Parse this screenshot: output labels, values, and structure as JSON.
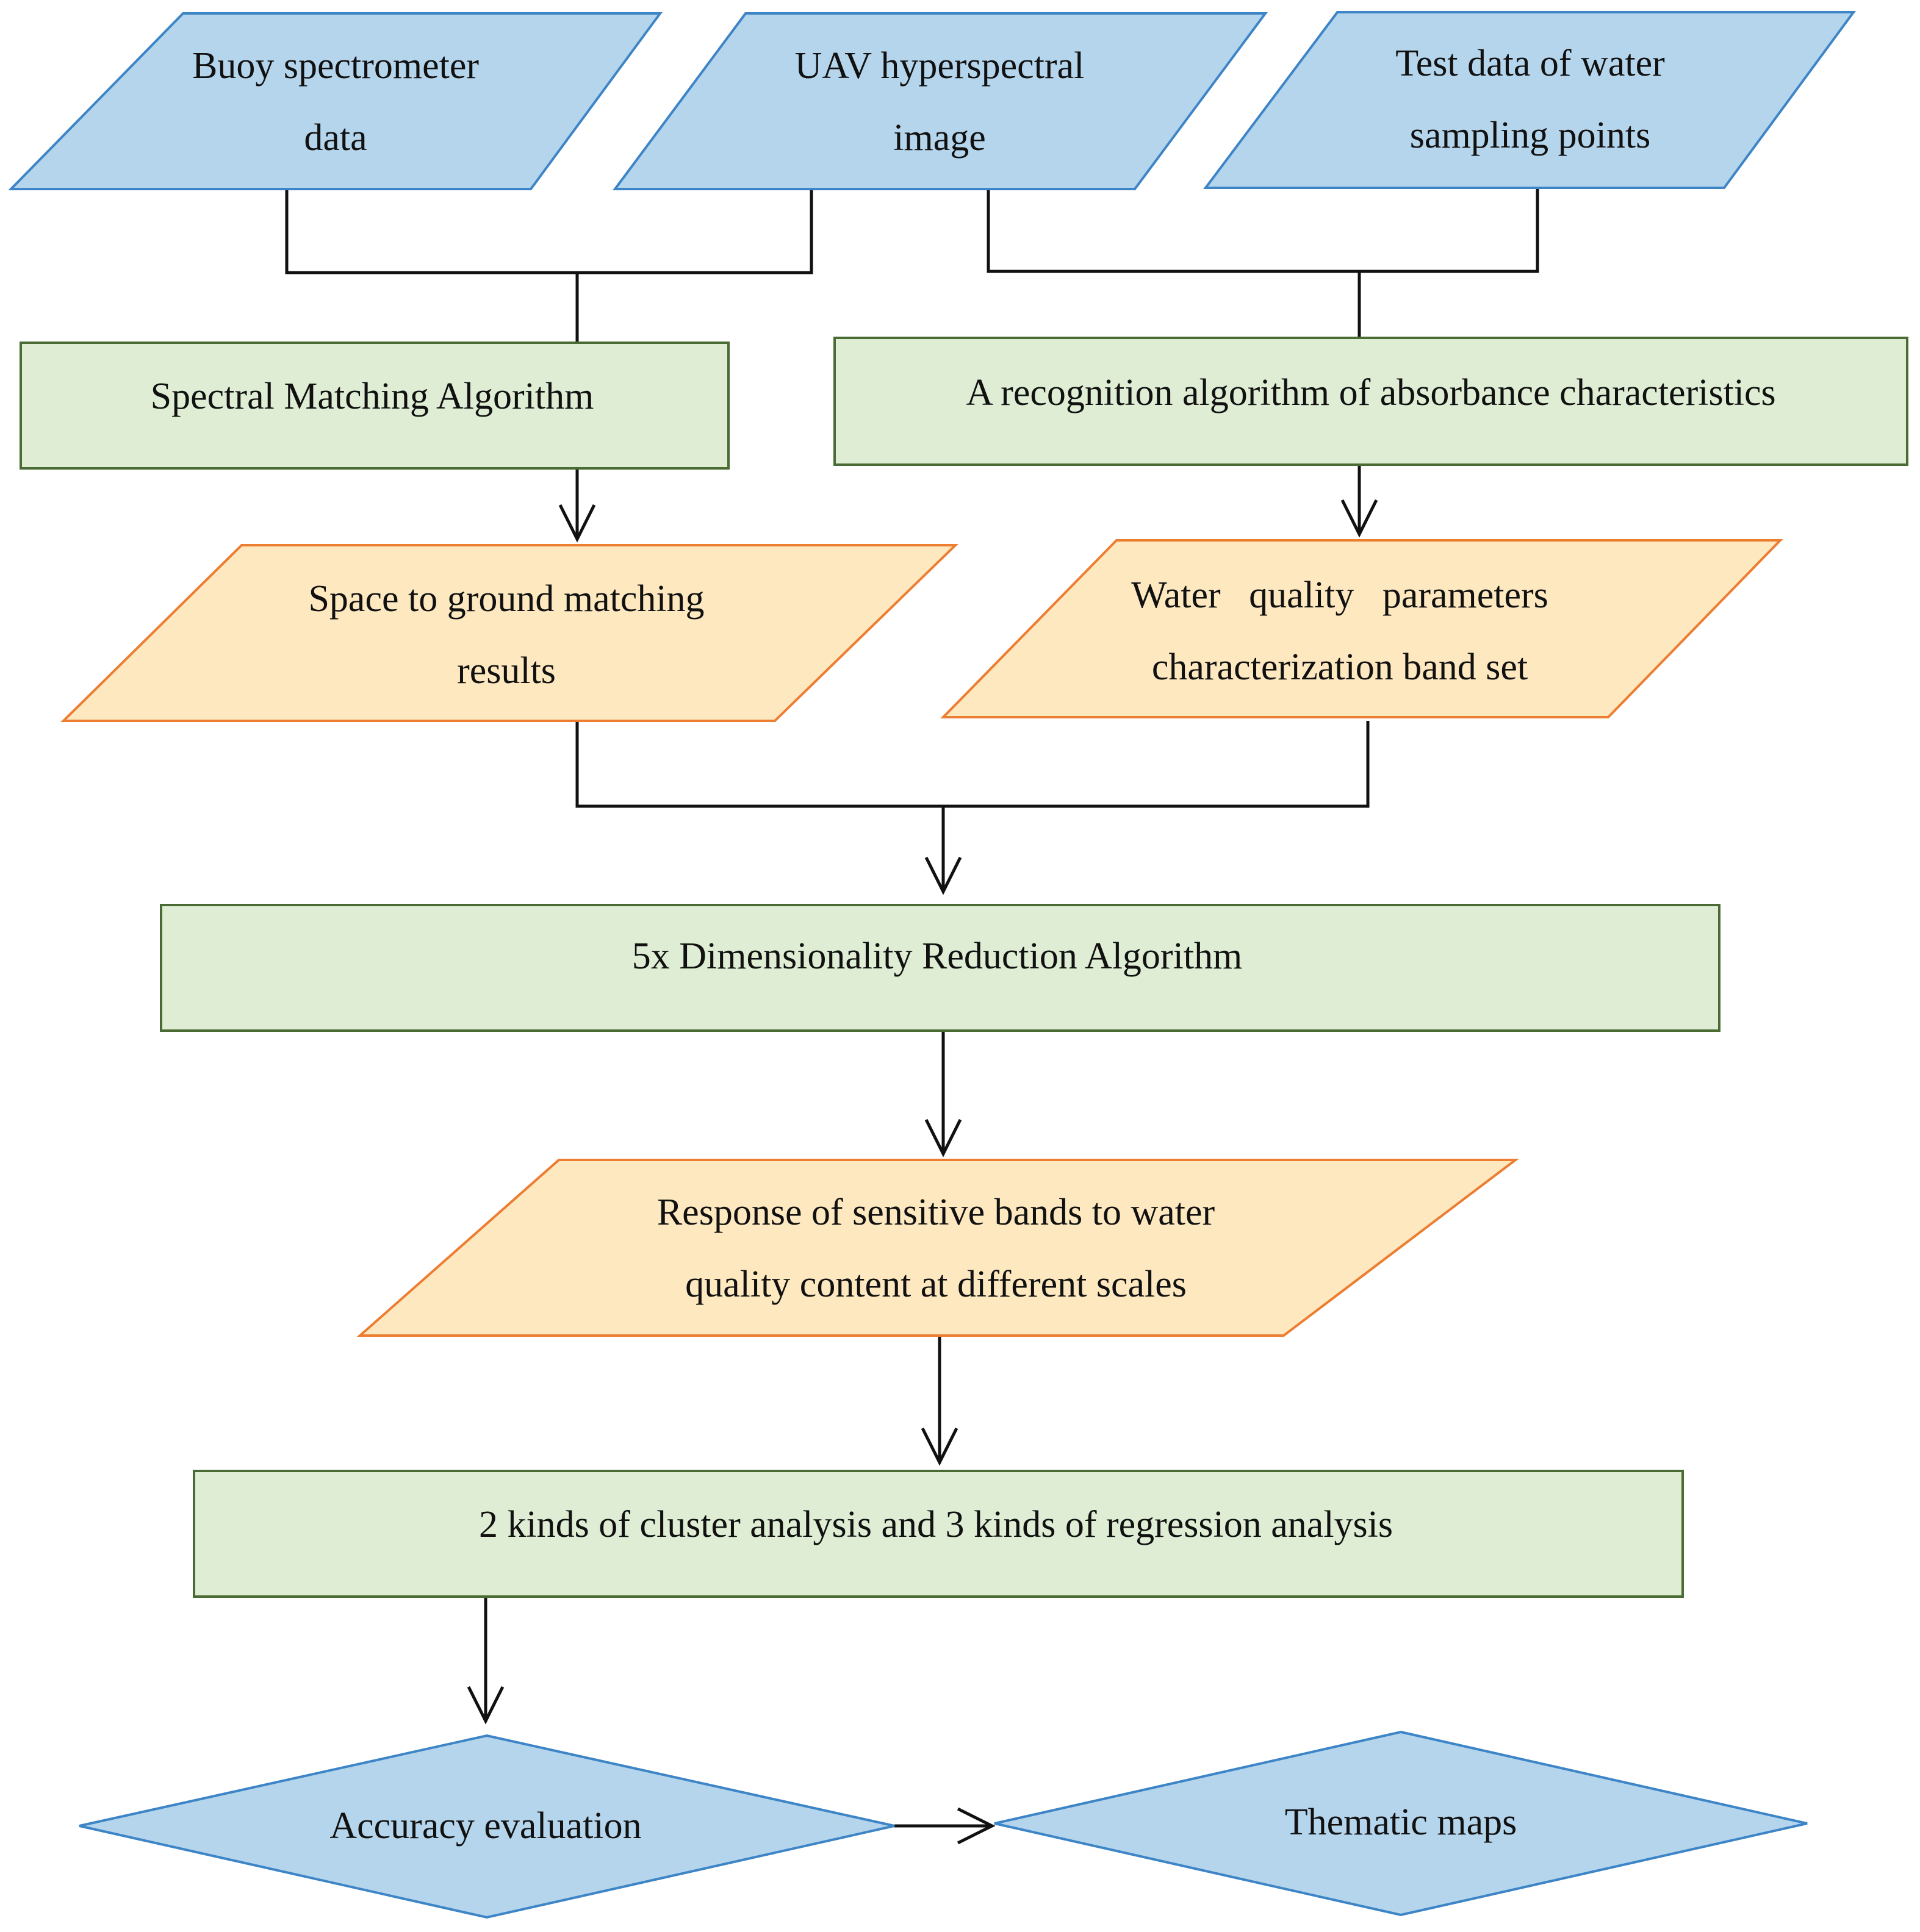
{
  "colors": {
    "input_fill": "#b5d5ec",
    "input_stroke": "#3d85c6",
    "process_fill": "#deedd4",
    "process_stroke": "#4a6b34",
    "output_fill": "#fde8c0",
    "output_stroke": "#ed7d31",
    "connector": "#111111"
  },
  "inputs": {
    "buoy": {
      "line1": "Buoy spectrometer",
      "line2": "data"
    },
    "uav": {
      "line1": "UAV hyperspectral",
      "line2": "image"
    },
    "test": {
      "line1": "Test data of water",
      "line2": "sampling points"
    }
  },
  "processes": {
    "spectral_matching": "Spectral Matching Algorithm",
    "recognition": "A recognition algorithm of absorbance characteristics",
    "dim_reduction": "5x Dimensionality Reduction Algorithm",
    "analysis": "2 kinds of cluster analysis and 3 kinds of regression analysis"
  },
  "outputs": {
    "space_ground": {
      "line1": "Space to ground matching",
      "line2": "results"
    },
    "band_set": {
      "line1": "Water   quality   parameters",
      "line2": "characterization band set"
    },
    "response": {
      "line1": "Response of sensitive bands to water",
      "line2": "quality content at different scales"
    }
  },
  "decisions": {
    "accuracy": "Accuracy evaluation",
    "thematic": "Thematic maps"
  }
}
